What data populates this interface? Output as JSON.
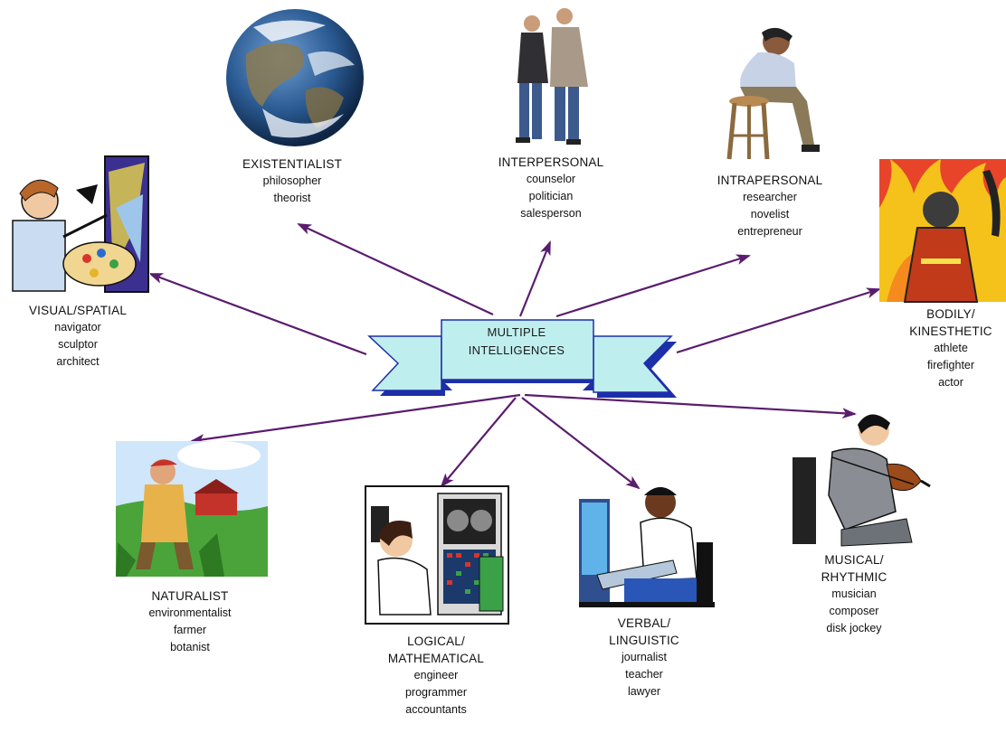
{
  "center": {
    "line1": "MULTIPLE",
    "line2": "INTELLIGENCES"
  },
  "colors": {
    "arrow": "#5a1d6e",
    "banner_fill": "#bfeeee",
    "banner_shadow": "#1d2fa8"
  },
  "nodes": [
    {
      "id": "visual-spatial",
      "title": "VISUAL/SPATIAL",
      "examples": [
        "navigator",
        "sculptor",
        "architect"
      ],
      "icon": "painter-icon"
    },
    {
      "id": "existentialist",
      "title": "EXISTENTIALIST",
      "examples": [
        "philosopher",
        "theorist"
      ],
      "icon": "earth-globe-icon"
    },
    {
      "id": "interpersonal",
      "title": "INTERPERSONAL",
      "examples": [
        "counselor",
        "politician",
        "salesperson"
      ],
      "icon": "couple-icon"
    },
    {
      "id": "intrapersonal",
      "title": "INTRAPERSONAL",
      "examples": [
        "researcher",
        "novelist",
        "entrepreneur"
      ],
      "icon": "thinker-icon"
    },
    {
      "id": "bodily-kinesthetic",
      "title": "BODILY/",
      "title2": "KINESTHETIC",
      "examples": [
        "athlete",
        "firefighter",
        "actor"
      ],
      "icon": "firefighter-icon"
    },
    {
      "id": "naturalist",
      "title": "NATURALIST",
      "examples": [
        "environmentalist",
        "farmer",
        "botanist"
      ],
      "icon": "farmer-icon"
    },
    {
      "id": "logical-mathematical",
      "title": "LOGICAL/",
      "title2": "MATHEMATICAL",
      "examples": [
        "engineer",
        "programmer",
        "accountants"
      ],
      "icon": "computer-operator-icon"
    },
    {
      "id": "verbal-linguistic",
      "title": "VERBAL/",
      "title2": "LINGUISTIC",
      "examples": [
        "journalist",
        "teacher",
        "lawyer"
      ],
      "icon": "writer-at-computer-icon"
    },
    {
      "id": "musical-rhythmic",
      "title": "MUSICAL/",
      "title2": "RHYTHMIC",
      "examples": [
        "musician",
        "composer",
        "disk jockey"
      ],
      "icon": "violinist-icon"
    }
  ]
}
